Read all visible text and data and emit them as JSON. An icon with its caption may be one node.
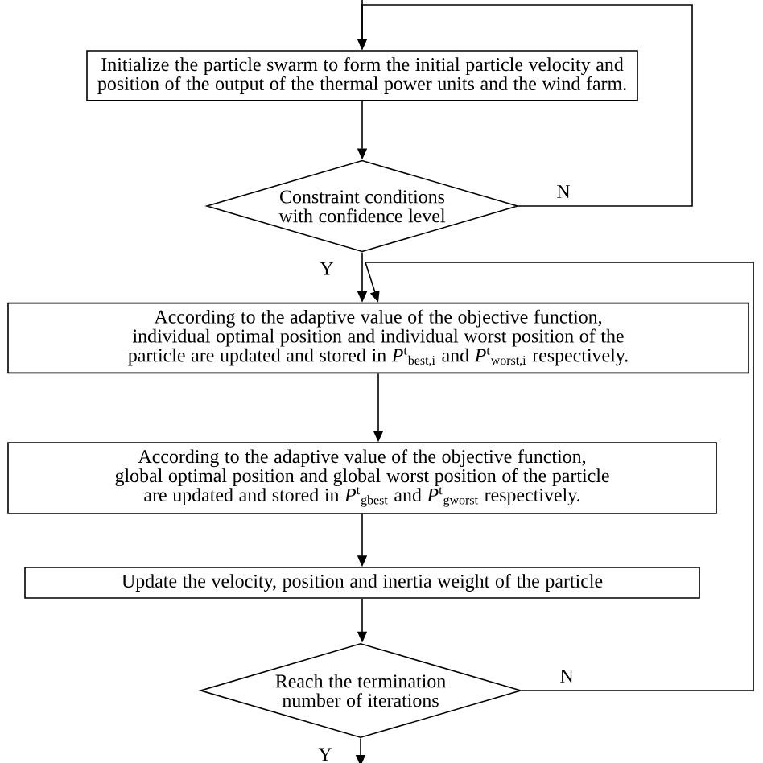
{
  "diagram": {
    "nodes": [
      {
        "text": [
          "Initialize the particle swarm to form the initial particle velocity and position of the output of the thermal power units and the wind farm."
        ]
      },
      {
        "text": [
          "Constraint conditions with confidence level"
        ]
      },
      {
        "text": [
          "According to the adaptive value of the objective function, individual optimal position  and individual worst position of the particle are updated and stored in *P*$^{t}$$_{best,i}$ and *P*$^{t}$$_{worst,i}$ respectively."
        ]
      },
      {
        "text": [
          "According to the adaptive value of the objective function, global optimal position  and global worst position of the particle are updated and stored in *P*$^{t}$$_{gbest}$ and *P*$^{t}$$_{gworst}$ respectively."
        ]
      },
      {
        "text": [
          "Update the velocity, position and inertia weight of the particle"
        ]
      },
      {
        "text": [
          "Reach the termination number of iterations"
        ]
      }
    ],
    "edges": [
      {
        "from": null,
        "to": 0,
        "arrow": "to"
      },
      {
        "from": 0,
        "to": 1,
        "arrow": "to"
      },
      {
        "from": 1,
        "to": 0,
        "arrow": "to",
        "label": "N"
      },
      {
        "from": 1,
        "to": 2,
        "arrow": "to",
        "label": "Y"
      },
      {
        "from": 2,
        "to": 3,
        "arrow": "to"
      },
      {
        "from": 3,
        "to": 4,
        "arrow": "to"
      },
      {
        "from": 4,
        "to": 5,
        "arrow": "to"
      },
      {
        "from": 5,
        "to": 2,
        "arrow": "to",
        "label": "N"
      },
      {
        "from": 5,
        "to": null,
        "arrow": "to",
        "label": "Y"
      }
    ]
  }
}
